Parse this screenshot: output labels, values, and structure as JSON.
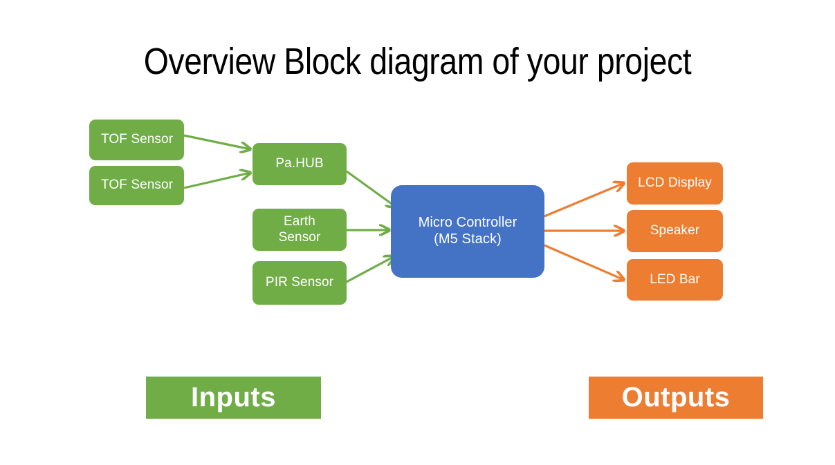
{
  "slide": {
    "title": "Overview Block diagram of your project",
    "background": "#ffffff"
  },
  "colors": {
    "input_green": "#70AD47",
    "controller_blue": "#4472C4",
    "output_orange": "#ED7D31",
    "text_white": "#ffffff",
    "title_black": "#000000"
  },
  "inputs": {
    "nodes": [
      {
        "id": "tof-sensor-1",
        "label": "TOF Sensor",
        "color": "#70AD47"
      },
      {
        "id": "tof-sensor-2",
        "label": "TOF Sensor",
        "color": "#70AD47"
      },
      {
        "id": "pa-hub",
        "label": "Pa.HUB",
        "color": "#70AD47"
      },
      {
        "id": "earth-sensor",
        "label": "Earth\nSensor",
        "label_line1": "Earth",
        "label_line2": "Sensor",
        "color": "#70AD47"
      },
      {
        "id": "pir-sensor",
        "label": "PIR Sensor",
        "color": "#70AD47"
      }
    ]
  },
  "controller": {
    "label_line1": "Micro Controller",
    "label_line2": "(M5 Stack)",
    "color": "#4472C4"
  },
  "outputs": {
    "nodes": [
      {
        "id": "lcd-display",
        "label": "LCD Display",
        "color": "#ED7D31"
      },
      {
        "id": "speaker",
        "label": "Speaker",
        "color": "#ED7D31"
      },
      {
        "id": "led-bar",
        "label": "LED Bar",
        "color": "#ED7D31"
      }
    ]
  },
  "legend": {
    "inputs_label": "Inputs",
    "outputs_label": "Outputs"
  },
  "connections": [
    {
      "from": "tof-sensor-1",
      "to": "pa-hub",
      "color": "#70AD47"
    },
    {
      "from": "tof-sensor-2",
      "to": "pa-hub",
      "color": "#70AD47"
    },
    {
      "from": "pa-hub",
      "to": "micro-controller",
      "color": "#70AD47"
    },
    {
      "from": "earth-sensor",
      "to": "micro-controller",
      "color": "#70AD47"
    },
    {
      "from": "pir-sensor",
      "to": "micro-controller",
      "color": "#70AD47"
    },
    {
      "from": "micro-controller",
      "to": "lcd-display",
      "color": "#ED7D31"
    },
    {
      "from": "micro-controller",
      "to": "speaker",
      "color": "#ED7D31"
    },
    {
      "from": "micro-controller",
      "to": "led-bar",
      "color": "#ED7D31"
    }
  ]
}
